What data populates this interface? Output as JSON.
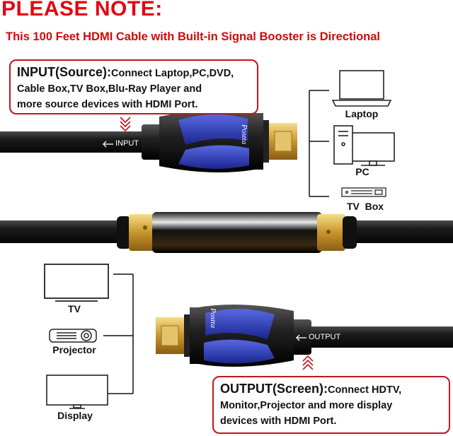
{
  "header": {
    "title": "PLEASE NOTE:",
    "subtitle": "This 100 Feet HDMI Cable with Built-in Signal Booster is Directional"
  },
  "input_box": {
    "heading": "INPUT(Source):",
    "lines": [
      "Connect Laptop,PC,DVD,",
      "Cable Box,TV Box,Blu-Ray Player and",
      "more source devices with HDMI Port."
    ]
  },
  "output_box": {
    "heading": "OUTPUT(Screen):",
    "lines": [
      "Connect HDTV,",
      "Monitor,Projector and more display",
      "devices with HDMI Port."
    ]
  },
  "cable_labels": {
    "input": "INPUT",
    "output": "OUTPUT"
  },
  "brand": "Postta",
  "source_devices": [
    {
      "label": "Laptop",
      "icon": "laptop-icon"
    },
    {
      "label": "PC",
      "icon": "desktop-pc-icon"
    },
    {
      "label": "TV  Box",
      "icon": "tv-box-icon"
    }
  ],
  "display_devices": [
    {
      "label": "TV",
      "icon": "tv-icon"
    },
    {
      "label": "Projector",
      "icon": "projector-icon"
    },
    {
      "label": "Display",
      "icon": "monitor-icon"
    }
  ],
  "colors": {
    "title_red": "#e30613",
    "box_border": "#c0161c",
    "connector_blue": "#2f3fb0",
    "cable_black": "#1a1a1a",
    "gold": "#d4a73a"
  }
}
